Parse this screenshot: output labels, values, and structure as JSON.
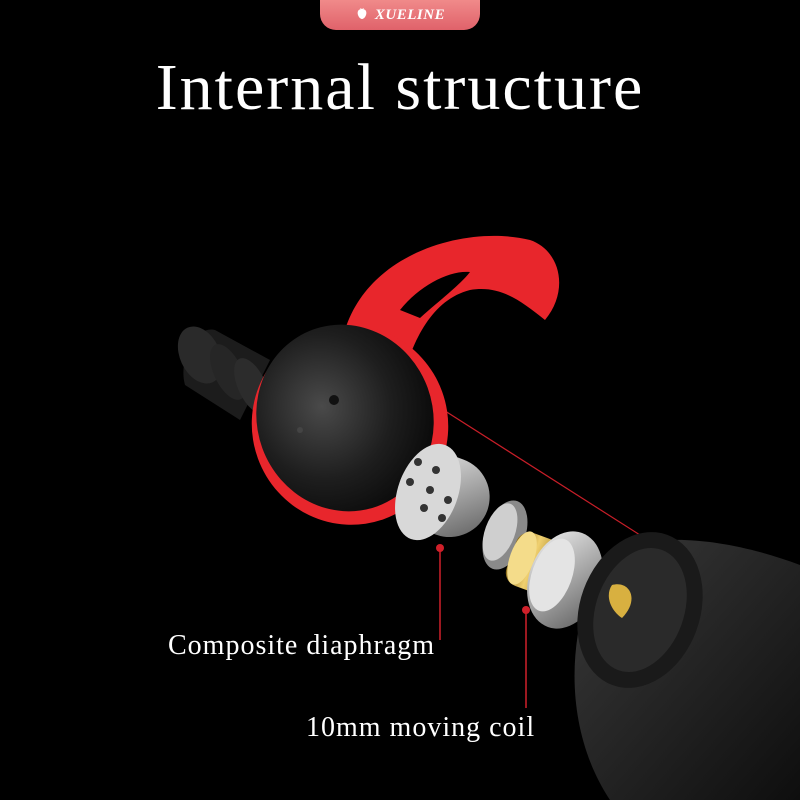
{
  "brand": {
    "name": "XUELINE",
    "logo_icon": "strawberry-icon",
    "badge_color": "#e8707a"
  },
  "title": "Internal structure",
  "labels": {
    "diaphragm": "Composite diaphragm",
    "coil": "10mm moving coil"
  },
  "colors": {
    "background": "#000000",
    "ear_hook": "#e8262c",
    "pointer_line": "#d0202a",
    "coil_ring": "#d8b040",
    "text": "#ffffff"
  }
}
